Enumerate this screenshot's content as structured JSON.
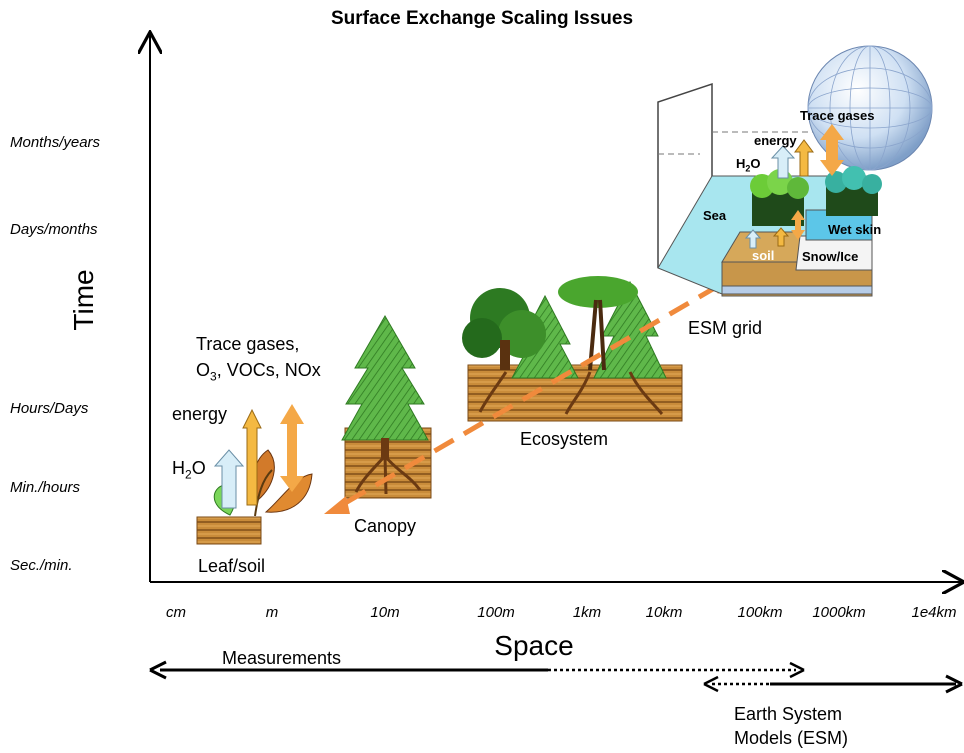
{
  "title": "Surface Exchange Scaling Issues",
  "axes": {
    "x_title": "Space",
    "y_title": "Time",
    "x_ticks": [
      "cm",
      "m",
      "10m",
      "100m",
      "1km",
      "10km",
      "100km",
      "1000km",
      "1e4km"
    ],
    "y_ticks": [
      "Months/years",
      "Days/months",
      "Hours/Days",
      "Min./hours",
      "Sec./min."
    ]
  },
  "scales": {
    "leaf": "Leaf/soil",
    "canopy": "Canopy",
    "ecosystem": "Ecosystem",
    "esm_grid": "ESM grid"
  },
  "fluxes": {
    "trace_gases_line1": "Trace gases,",
    "trace_gases_line2_prefix": "O",
    "trace_gases_line2_sub": "3",
    "trace_gases_line2_suffix": ", VOCs, NOx",
    "energy": "energy",
    "h2o_prefix": "H",
    "h2o_sub": "2",
    "h2o_suffix": "O"
  },
  "grid_box": {
    "trace_gases": "Trace gases",
    "energy": "energy",
    "h2o_prefix": "H",
    "h2o_sub": "2",
    "h2o_suffix": "O",
    "sea": "Sea",
    "soil": "soil",
    "wet_skin": "Wet skin",
    "snow_ice": "Snow/Ice"
  },
  "ranges": {
    "measurements": "Measurements",
    "esm_line1": "Earth System",
    "esm_line2": "Models (ESM)"
  },
  "colors": {
    "orange_arrow": "#f08a3c",
    "energy_arrow": "#f4b942",
    "h2o_arrow": "#d8eef8",
    "tree_green": "#5fb84a",
    "soil_brown": "#b27a2c",
    "sea_blue": "#a8e6ef"
  }
}
